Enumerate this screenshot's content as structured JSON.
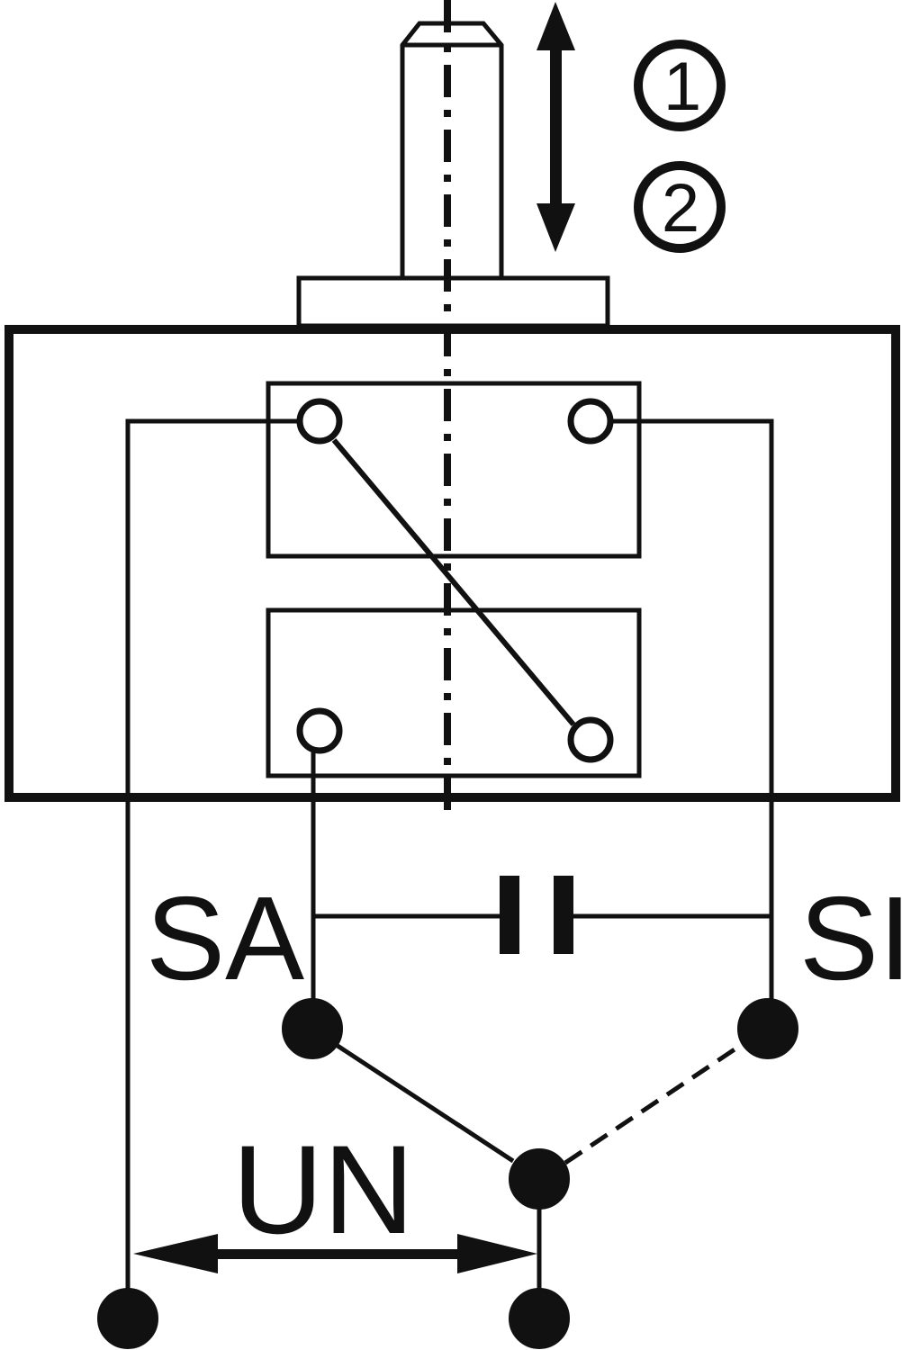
{
  "labels": {
    "position_1": "1",
    "position_2": "2",
    "contact_sa": "SA",
    "contact_si": "SI",
    "voltage_un": "UN"
  },
  "colors": {
    "line": "#111111",
    "background": "#ffffff"
  }
}
